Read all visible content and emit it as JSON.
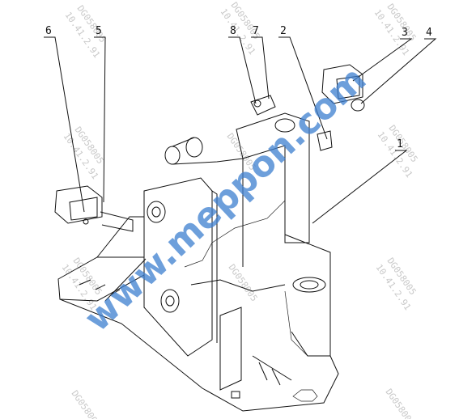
{
  "callouts": [
    {
      "label": "6"
    },
    {
      "label": "5"
    },
    {
      "label": "8"
    },
    {
      "label": "7"
    },
    {
      "label": "2"
    },
    {
      "label": "3"
    },
    {
      "label": "4"
    },
    {
      "label": "1"
    }
  ],
  "watermarks": {
    "code": "DG058005",
    "version": "10.41.2.91",
    "site": "www.meppon.com"
  }
}
